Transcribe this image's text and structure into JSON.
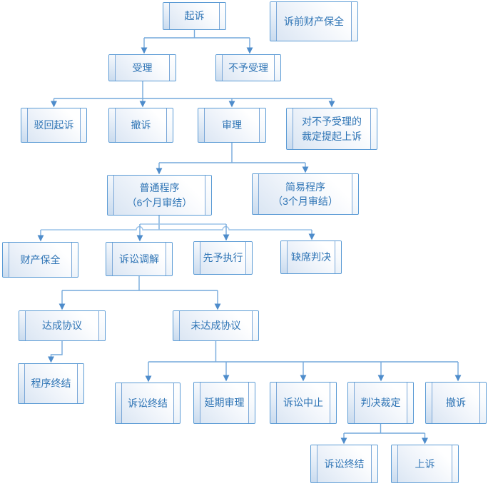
{
  "diagram": {
    "kind": "flowchart",
    "language": "zh-CN",
    "colors": {
      "box_border": "#5B9BD5",
      "box_fill_top": "#FFFFFF",
      "box_fill_bottom": "#D8E4F2",
      "text": "#2E74B5",
      "connector": "#74A9DC",
      "connector_light": "#9CC3E8",
      "arrowhead": "#4E8CCB"
    },
    "nodes": [
      {
        "id": "qisu",
        "label": "起诉"
      },
      {
        "id": "suqian-baoquan",
        "label": "诉前财产保全"
      },
      {
        "id": "shouli",
        "label": "受理"
      },
      {
        "id": "buyu-shouli",
        "label": "不予受理"
      },
      {
        "id": "bohui-qisu",
        "label": "驳回起诉"
      },
      {
        "id": "chesu-1",
        "label": "撤诉"
      },
      {
        "id": "shenli",
        "label": "审理"
      },
      {
        "id": "shangsu-ruling",
        "label": "对不予受理的\n裁定提起上诉"
      },
      {
        "id": "putong-chengxu",
        "label": "普通程序\n（6个月审结）"
      },
      {
        "id": "jianyi-chengxu",
        "label": "简易程序\n（3个月审结）"
      },
      {
        "id": "caichan-baoquan",
        "label": "财产保全"
      },
      {
        "id": "susong-tiaojie",
        "label": "诉讼调解"
      },
      {
        "id": "xianyu-zhixing",
        "label": "先予执行"
      },
      {
        "id": "quexi-panjue",
        "label": "缺席判决"
      },
      {
        "id": "dacheng-xieyi",
        "label": "达成协议"
      },
      {
        "id": "wei-dacheng-xieyi",
        "label": "未达成协议"
      },
      {
        "id": "chengxu-zhongjie",
        "label": "程序终结"
      },
      {
        "id": "susong-zhongjie-1",
        "label": "诉讼终结"
      },
      {
        "id": "yanqi-shenli",
        "label": "延期审理"
      },
      {
        "id": "susong-zhongzhi",
        "label": "诉讼中止"
      },
      {
        "id": "panjue-caiding",
        "label": "判决裁定"
      },
      {
        "id": "chesu-2",
        "label": "撤诉"
      },
      {
        "id": "susong-zhongjie-2",
        "label": "诉讼终结"
      },
      {
        "id": "shangsu",
        "label": "上诉"
      }
    ],
    "edges": [
      {
        "from": "qisu",
        "to": "shouli"
      },
      {
        "from": "qisu",
        "to": "buyu-shouli"
      },
      {
        "from": "shouli",
        "to": "bohui-qisu"
      },
      {
        "from": "shouli",
        "to": "chesu-1"
      },
      {
        "from": "shouli",
        "to": "shenli"
      },
      {
        "from": "shouli",
        "to": "shangsu-ruling"
      },
      {
        "from": "shenli",
        "to": "putong-chengxu"
      },
      {
        "from": "shenli",
        "to": "jianyi-chengxu"
      },
      {
        "from": "putong-chengxu",
        "to": "caichan-baoquan"
      },
      {
        "from": "putong-chengxu",
        "to": "susong-tiaojie"
      },
      {
        "from": "putong-chengxu",
        "to": "xianyu-zhixing"
      },
      {
        "from": "putong-chengxu",
        "to": "quexi-panjue"
      },
      {
        "from": "susong-tiaojie",
        "to": "dacheng-xieyi"
      },
      {
        "from": "susong-tiaojie",
        "to": "wei-dacheng-xieyi"
      },
      {
        "from": "dacheng-xieyi",
        "to": "chengxu-zhongjie"
      },
      {
        "from": "wei-dacheng-xieyi",
        "to": "susong-zhongjie-1"
      },
      {
        "from": "wei-dacheng-xieyi",
        "to": "yanqi-shenli"
      },
      {
        "from": "wei-dacheng-xieyi",
        "to": "susong-zhongzhi"
      },
      {
        "from": "wei-dacheng-xieyi",
        "to": "panjue-caiding"
      },
      {
        "from": "wei-dacheng-xieyi",
        "to": "chesu-2"
      },
      {
        "from": "panjue-caiding",
        "to": "susong-zhongjie-2"
      },
      {
        "from": "panjue-caiding",
        "to": "shangsu"
      }
    ]
  }
}
